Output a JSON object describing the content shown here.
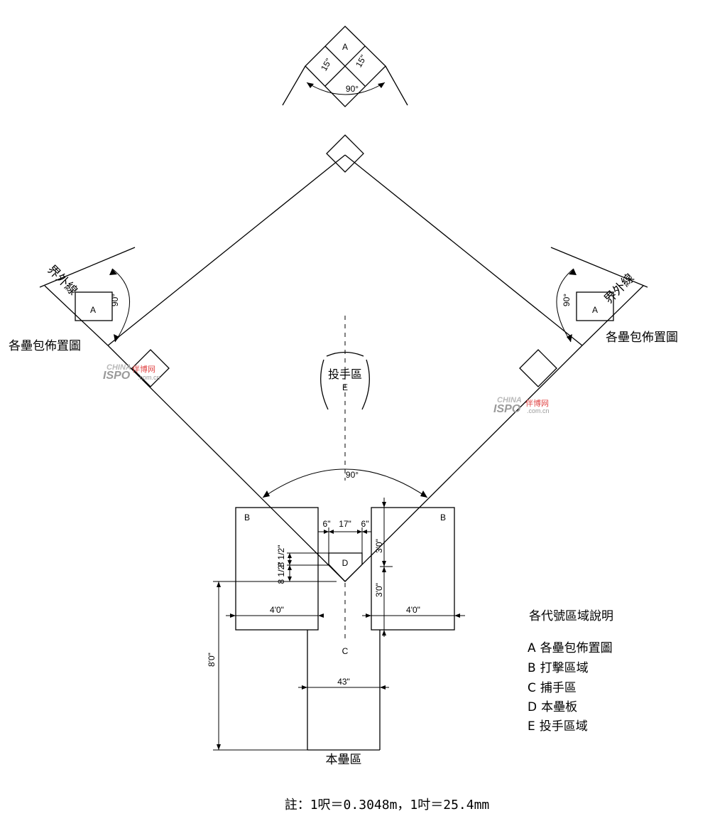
{
  "labels": {
    "top_a": "A",
    "top_15_left": "15\"",
    "top_15_right": "15\"",
    "top_90": "90°",
    "left_foul": "界外線",
    "left_a": "A",
    "left_90": "90°",
    "left_base_layout": "各壘包佈置圖",
    "right_foul": "界外線",
    "right_a": "A",
    "right_90": "90°",
    "right_base_layout": "各壘包佈置圖",
    "pitcher_area": "投手區",
    "pitcher_e": "E",
    "home_90": "90°",
    "batter_b_left": "B",
    "batter_b_right": "B",
    "dim_6_left": "6\"",
    "dim_17": "17\"",
    "dim_6_right": "6\"",
    "dim_half_1": "8 1/2\"",
    "dim_half_2": "8 1/2\"",
    "plate_d": "D",
    "dim_3_upper": "3'0\"",
    "dim_3_lower": "3'0\"",
    "dim_4_left": "4'0\"",
    "dim_4_right": "4'0\"",
    "catcher_c": "C",
    "dim_8": "8'0\"",
    "dim_43": "43\"",
    "home_area": "本壘區"
  },
  "legend": {
    "title": "各代號區域說明",
    "items": [
      {
        "code": "A",
        "text": "各壘包佈置圖"
      },
      {
        "code": "B",
        "text": "打擊區域"
      },
      {
        "code": "C",
        "text": "捕手區"
      },
      {
        "code": "D",
        "text": "本壘板"
      },
      {
        "code": "E",
        "text": "投手區域"
      }
    ]
  },
  "note": "註：1呎＝0.3048m，1吋＝25.4mm",
  "watermarks": [
    {
      "top": "CHINA",
      "brand": "ISPO",
      "cn": "伴博网",
      "domain": ".com.cn"
    },
    {
      "top": "CHINA",
      "brand": "ISPO",
      "cn": "伴博网",
      "domain": ".com.cn"
    }
  ]
}
